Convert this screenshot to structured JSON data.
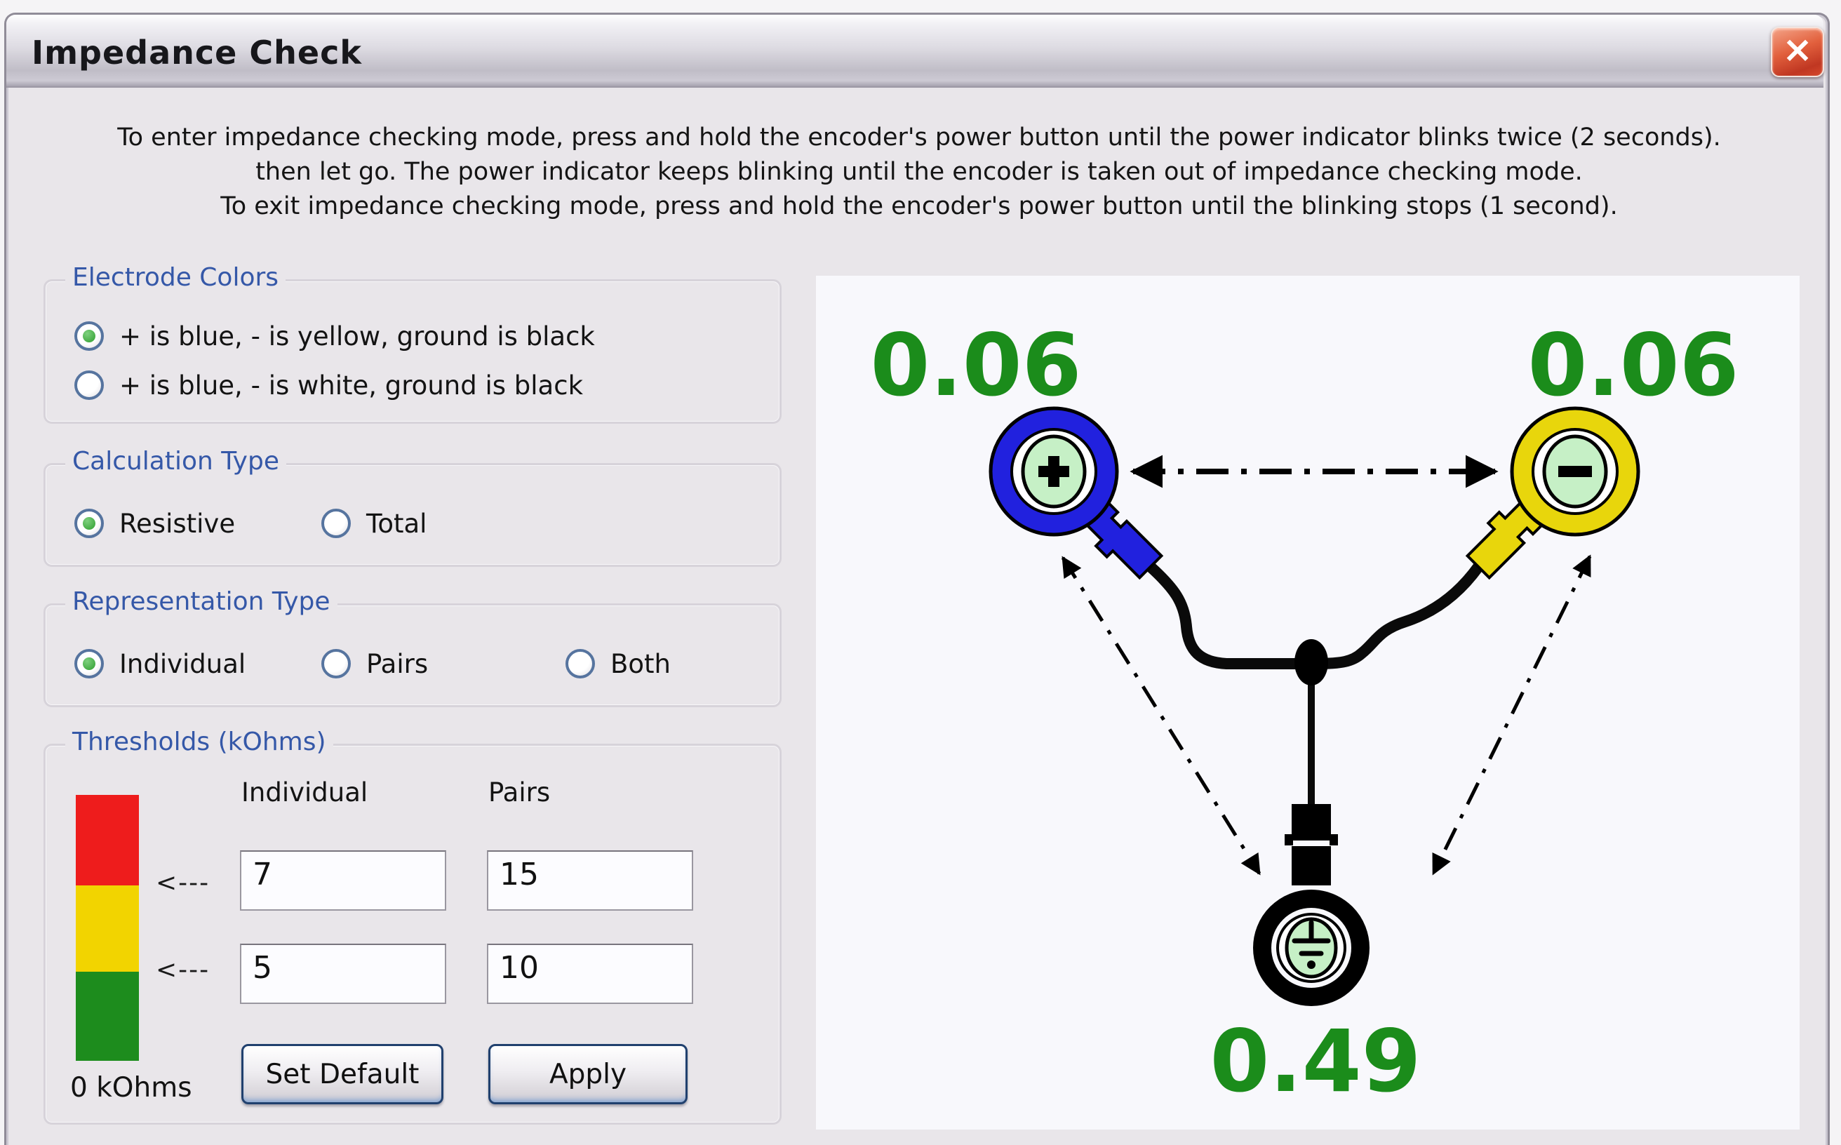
{
  "colors": {
    "accent_blue": "#3558a8",
    "value_green": "#1b8c1b",
    "electrode_blue": "#2121de",
    "electrode_yellow": "#e8d60c",
    "bar_red": "#ee1c1c",
    "bar_yellow": "#f2d400",
    "bar_green": "#1d8c1d"
  },
  "window": {
    "title": "Impedance Check",
    "close_glyph": "×"
  },
  "instructions": {
    "line1": "To enter impedance checking mode, press and hold the encoder's power button until the power indicator blinks twice (2 seconds).",
    "line2": "then let go. The power indicator keeps blinking until the encoder is taken out of impedance checking mode.",
    "line3": "To exit impedance checking mode, press and hold the encoder's power button until the blinking stops (1 second)."
  },
  "electrode_colors": {
    "label": "Electrode Colors",
    "option1": {
      "label": "+ is blue, - is yellow, ground is black",
      "selected": true
    },
    "option2": {
      "label": "+ is blue, - is white, ground is black",
      "selected": false
    }
  },
  "calculation_type": {
    "label": "Calculation Type",
    "option1": {
      "label": "Resistive",
      "selected": true
    },
    "option2": {
      "label": "Total",
      "selected": false
    }
  },
  "representation_type": {
    "label": "Representation Type",
    "option1": {
      "label": "Individual",
      "selected": true
    },
    "option2": {
      "label": "Pairs",
      "selected": false
    },
    "option3": {
      "label": "Both",
      "selected": false
    }
  },
  "thresholds": {
    "label": "Thresholds (kOhms)",
    "col_individual": "Individual",
    "col_pairs": "Pairs",
    "arrow_high": "<---",
    "arrow_low": "<---",
    "individual_high": "7",
    "pairs_high": "15",
    "individual_low": "5",
    "pairs_low": "10",
    "set_default_label": "Set Default",
    "apply_label": "Apply",
    "zero_label": "0 kOhms"
  },
  "diagram": {
    "positive_value": "0.06",
    "negative_value": "0.06",
    "ground_value": "0.49"
  }
}
